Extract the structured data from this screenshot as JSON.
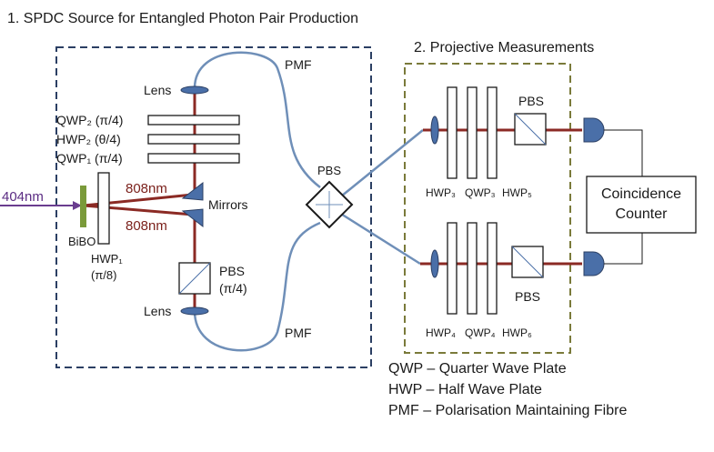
{
  "title": "1.  SPDC Source for Entangled  Photon Pair Production",
  "section2_title": "2. Projective Measurements",
  "colors": {
    "red_beam": "#8b2a24",
    "fibre": "#6f8fb8",
    "pump": "#6a3d8f",
    "optic_blue": "#4a6fa8",
    "box1_border": "#2b3f63",
    "box2_border": "#7a7a3a",
    "crystal_green": "#7a9a3a"
  },
  "source": {
    "pmf_top": "PMF",
    "pmf_bottom": "PMF",
    "lens_top": "Lens",
    "lens_bottom": "Lens",
    "qwp2": "QWP₂ (π/4)",
    "hwp2": "HWP₂ (θ/4)",
    "qwp1": "QWP₁ (π/4)",
    "pump_wavelength": "404nm",
    "beam_top": "808nm",
    "beam_bottom": "808nm",
    "mirrors": "Mirrors",
    "crystal": "BiBO",
    "hwp1_line1": "HWP₁",
    "hwp1_line2": "(π/8)",
    "pbs_source": "PBS",
    "pbs_source_angle": "(π/4)",
    "pbs_center": "PBS"
  },
  "measurement": {
    "pbs_top": "PBS",
    "pbs_bottom": "PBS",
    "hwp3": "HWP₃",
    "qwp3": "QWP₃",
    "hwp5": "HWP₅",
    "hwp4": "HWP₄",
    "qwp4": "QWP₄",
    "hwp6": "HWP₆"
  },
  "counter": {
    "line1": "Coincidence",
    "line2": "Counter"
  },
  "legend": {
    "qwp": "QWP – Quarter Wave Plate",
    "hwp": "HWP – Half Wave Plate",
    "pmf": "PMF – Polarisation Maintaining Fibre"
  }
}
